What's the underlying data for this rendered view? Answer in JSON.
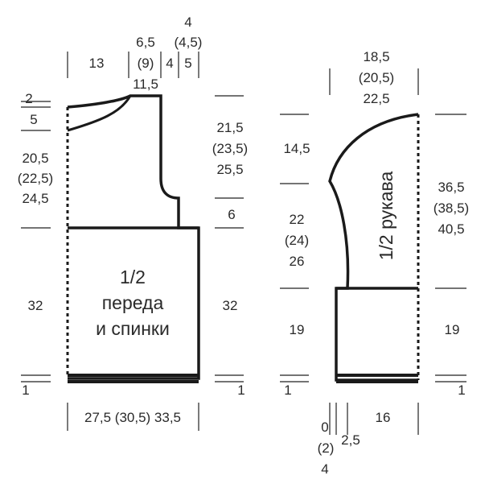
{
  "front_back": {
    "title_line1": "1/2",
    "title_line2": "переда",
    "title_line3": "и спинки",
    "top_a": "13",
    "top_b1": "6,5",
    "top_b2": "(9)",
    "top_b3": "11,5",
    "top_c": "4",
    "top_d0": "4",
    "top_d1": "(4,5)",
    "top_d2": "5",
    "left_2": "2",
    "left_5": "5",
    "left_h1": "20,5",
    "left_h2": "(22,5)",
    "left_h3": "24,5",
    "left_32": "32",
    "left_1": "1",
    "right_h1": "21,5",
    "right_h2": "(23,5)",
    "right_h3": "25,5",
    "right_6": "6",
    "right_32": "32",
    "right_1": "1",
    "bottom_w": "27,5 (30,5) 33,5"
  },
  "sleeve": {
    "title": "1/2 рукава",
    "top_w1": "18,5",
    "top_w2": "(20,5)",
    "top_w3": "22,5",
    "left_cap": "14,5",
    "left_h1": "22",
    "left_h2": "(24)",
    "left_h3": "26",
    "left_19": "19",
    "left_1": "1",
    "right_h1": "36,5",
    "right_h2": "(38,5)",
    "right_h3": "40,5",
    "right_19": "19",
    "right_1": "1",
    "bottom_0": "0",
    "bottom_2": "(2)",
    "bottom_4": "4",
    "bottom_25": "2,5",
    "bottom_16": "16"
  }
}
